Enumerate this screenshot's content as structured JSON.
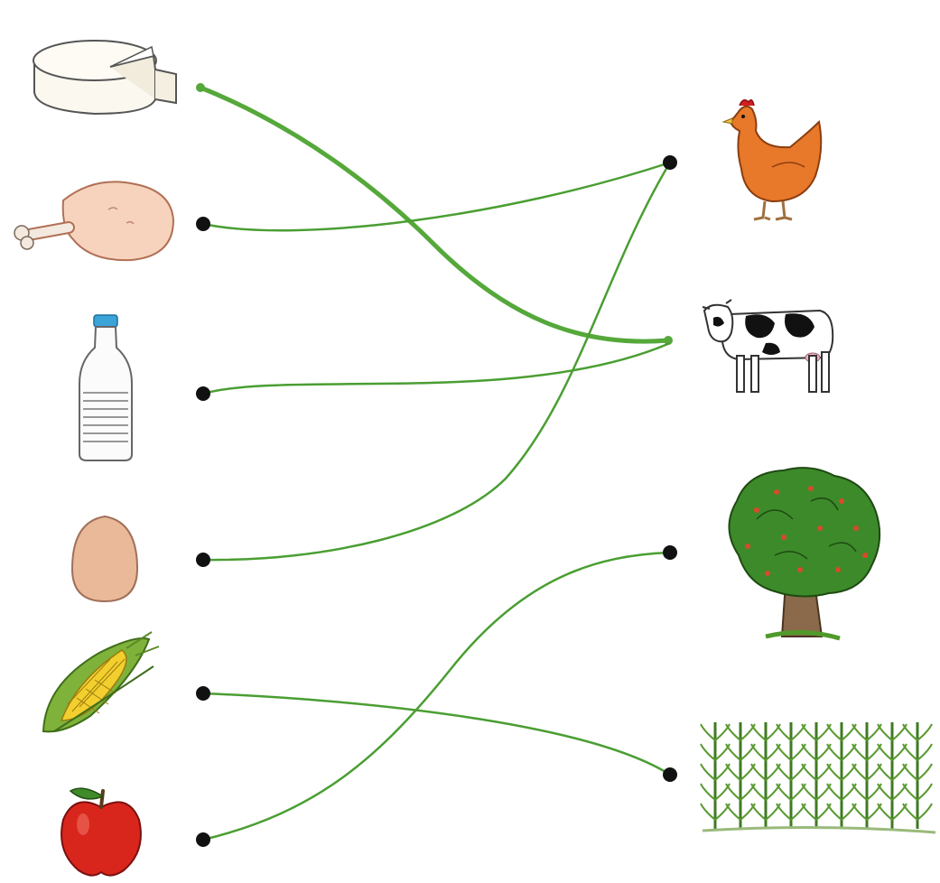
{
  "left_items": [
    {
      "id": "cheese",
      "name": "cheese-icon"
    },
    {
      "id": "chicken-leg",
      "name": "chicken-leg-icon"
    },
    {
      "id": "milk",
      "name": "milk-bottle-icon"
    },
    {
      "id": "egg",
      "name": "egg-icon"
    },
    {
      "id": "corn",
      "name": "corn-cob-icon"
    },
    {
      "id": "apple",
      "name": "apple-icon"
    }
  ],
  "right_items": [
    {
      "id": "hen",
      "name": "hen-icon"
    },
    {
      "id": "cow",
      "name": "cow-icon"
    },
    {
      "id": "apple-tree",
      "name": "apple-tree-icon"
    },
    {
      "id": "corn-field",
      "name": "corn-field-icon"
    }
  ],
  "connections": [
    {
      "from": "cheese",
      "to": "cow",
      "style": "thick"
    },
    {
      "from": "chicken-leg",
      "to": "hen",
      "style": "thin"
    },
    {
      "from": "milk",
      "to": "cow",
      "style": "thin"
    },
    {
      "from": "egg",
      "to": "hen",
      "style": "thin"
    },
    {
      "from": "corn",
      "to": "corn-field",
      "style": "thin"
    },
    {
      "from": "apple",
      "to": "apple-tree",
      "style": "thin"
    }
  ],
  "colors": {
    "line": "#4a9e32",
    "line_thick": "#55a83a",
    "dot": "#111111"
  }
}
